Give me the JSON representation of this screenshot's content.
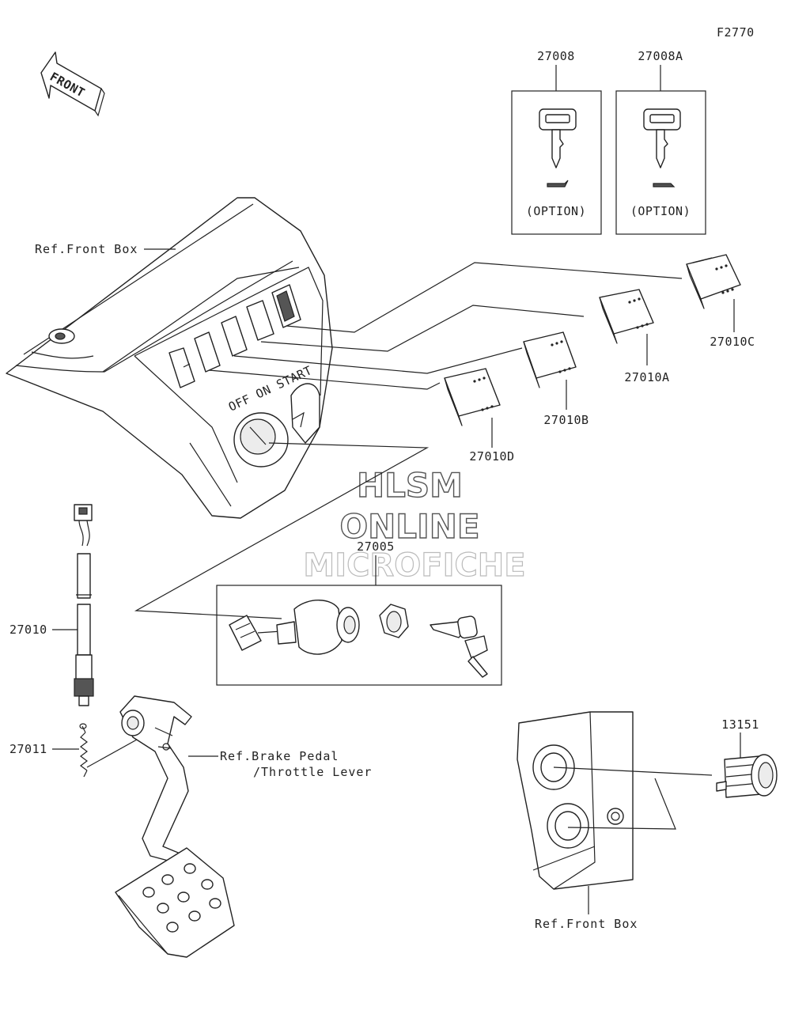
{
  "figure_code": "F2770",
  "direction_label": "FRONT",
  "parts": {
    "key_a": "27008",
    "key_b": "27008A",
    "option_a": "(OPTION)",
    "option_b": "(OPTION)",
    "switch_c": "27010C",
    "switch_a": "27010A",
    "switch_b": "27010B",
    "switch_d": "27010D",
    "ignition_set": "27005",
    "wire_switch": "27010",
    "spring": "27011",
    "socket": "13151"
  },
  "references": {
    "front_box_top": "Ref.Front Box",
    "brake_pedal_line1": "Ref.Brake Pedal",
    "brake_pedal_line2": "/Throttle Lever",
    "front_box_bottom": "Ref.Front Box"
  },
  "watermark": {
    "line1": "HLSM",
    "line2": "ONLINE",
    "line3": "MICROFICHE"
  },
  "colors": {
    "line": "#222222",
    "background": "#ffffff",
    "watermark_outline": "#555555"
  }
}
